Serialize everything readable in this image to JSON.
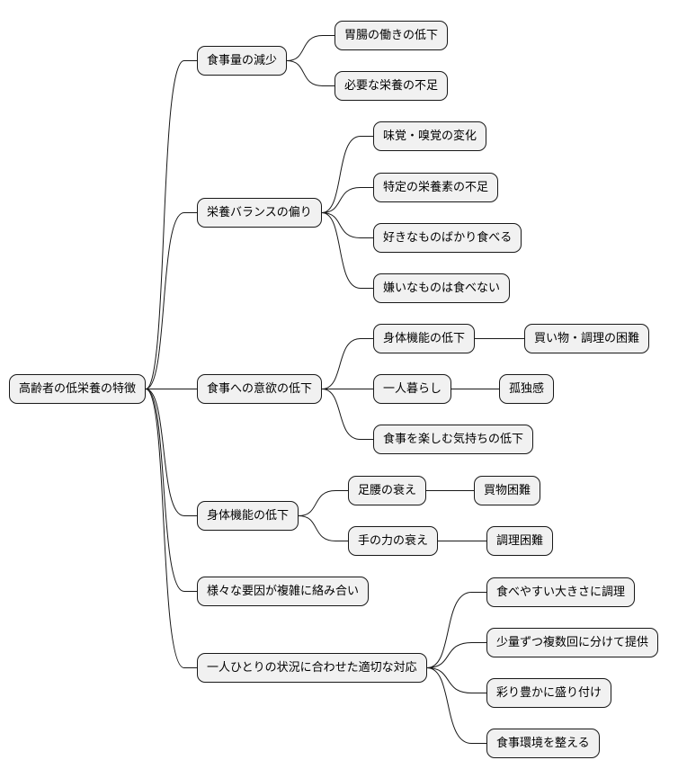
{
  "colors": {
    "node_fill": "#F1F1F1",
    "node_border": "#181818",
    "line": "#181818"
  },
  "root": {
    "label": "高齢者の低栄養の特徴"
  },
  "branches": [
    {
      "label": "食事量の減少",
      "children": [
        {
          "label": "胃腸の働きの低下"
        },
        {
          "label": "必要な栄養の不足"
        }
      ]
    },
    {
      "label": "栄養バランスの偏り",
      "children": [
        {
          "label": "味覚・嗅覚の変化"
        },
        {
          "label": "特定の栄養素の不足"
        },
        {
          "label": "好きなものばかり食べる"
        },
        {
          "label": "嫌いなものは食べない"
        }
      ]
    },
    {
      "label": "食事への意欲の低下",
      "children": [
        {
          "label": "身体機能の低下",
          "children": [
            {
              "label": "買い物・調理の困難"
            }
          ]
        },
        {
          "label": "一人暮らし",
          "children": [
            {
              "label": "孤独感"
            }
          ]
        },
        {
          "label": "食事を楽しむ気持ちの低下"
        }
      ]
    },
    {
      "label": "身体機能の低下",
      "children": [
        {
          "label": "足腰の衰え",
          "children": [
            {
              "label": "買物困難"
            }
          ]
        },
        {
          "label": "手の力の衰え",
          "children": [
            {
              "label": "調理困難"
            }
          ]
        }
      ]
    },
    {
      "label": "様々な要因が複雑に絡み合い"
    },
    {
      "label": "一人ひとりの状況に合わせた適切な対応",
      "children": [
        {
          "label": "食べやすい大きさに調理"
        },
        {
          "label": "少量ずつ複数回に分けて提供"
        },
        {
          "label": "彩り豊かに盛り付け"
        },
        {
          "label": "食事環境を整える"
        }
      ]
    }
  ]
}
